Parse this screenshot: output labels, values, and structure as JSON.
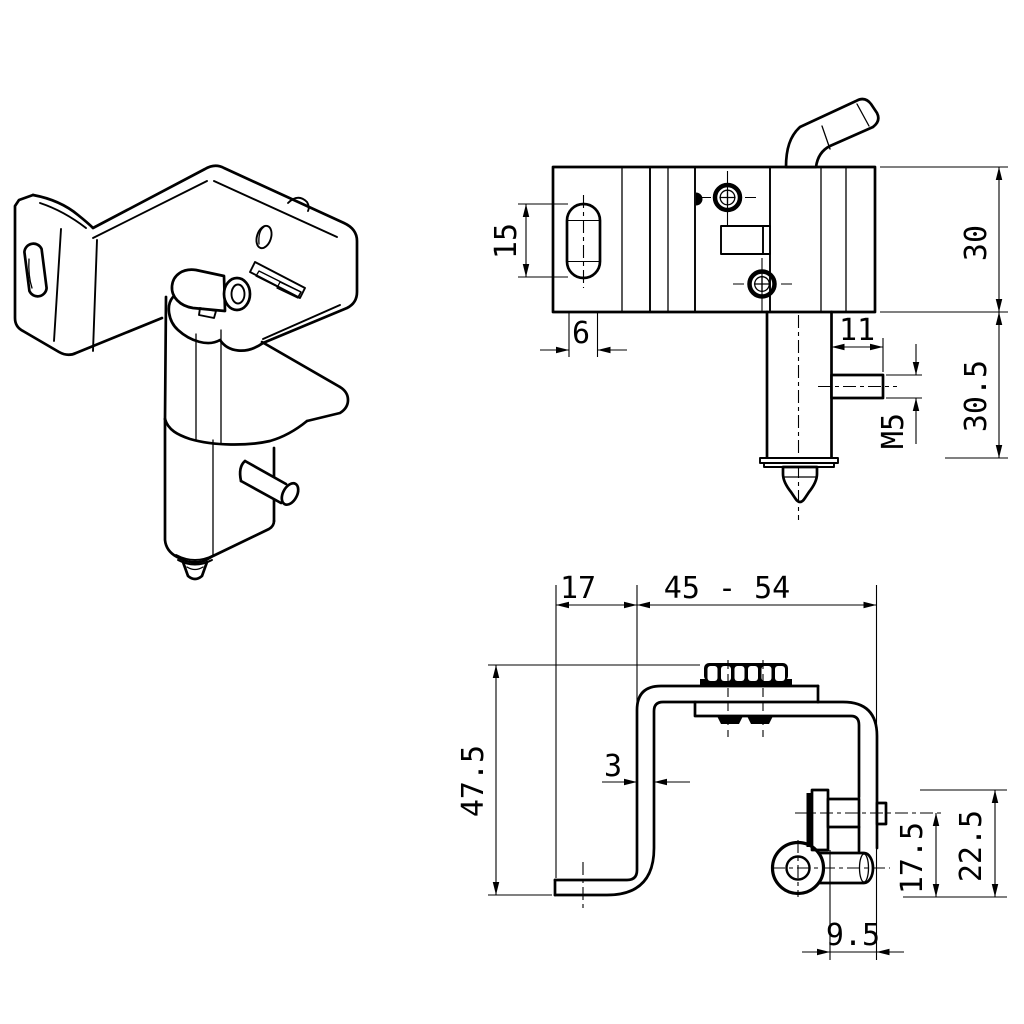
{
  "drawing": {
    "kind": "hinge technical drawing",
    "background": "#ffffff",
    "line_color": "#000000"
  },
  "views": {
    "isometric": {
      "label": "isometric-projection"
    },
    "front": {
      "dims": {
        "slot_length": "15",
        "slot_width": "6",
        "upper_height": "30",
        "pin_length": "11",
        "thread_size": "M5",
        "lower_height": "30.5"
      }
    },
    "side": {
      "dims": {
        "foot_offset": "17",
        "adjust_range": "45 - 54",
        "overall_height": "47.5",
        "material_thickness": "3",
        "pin_center_height": "17.5",
        "knuckle_height": "22.5",
        "pin_end_offset": "9.5"
      }
    }
  }
}
